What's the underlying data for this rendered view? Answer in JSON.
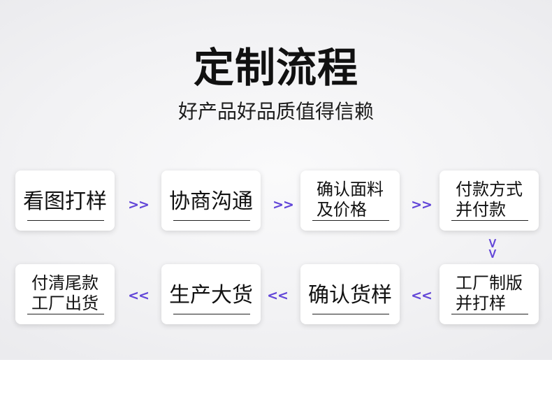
{
  "header": {
    "title": "定制流程",
    "subtitle": "好产品好品质值得信赖"
  },
  "flow": {
    "row1": [
      {
        "lines": [
          "看图打样"
        ]
      },
      {
        "lines": [
          "协商沟通"
        ]
      },
      {
        "lines": [
          "确认面料",
          "及价格"
        ]
      },
      {
        "lines": [
          "付款方式",
          "并付款"
        ]
      }
    ],
    "row2": [
      {
        "lines": [
          "付清尾款",
          "工厂出货"
        ]
      },
      {
        "lines": [
          "生产大货"
        ]
      },
      {
        "lines": [
          "确认货样"
        ]
      },
      {
        "lines": [
          "工厂制版",
          "并打样"
        ]
      }
    ],
    "arrow_right": ">>",
    "arrow_left": "<<",
    "arrow_down": ">>"
  },
  "colors": {
    "arrow": "#6246d8",
    "title": "#111111",
    "box": "#ffffff"
  }
}
